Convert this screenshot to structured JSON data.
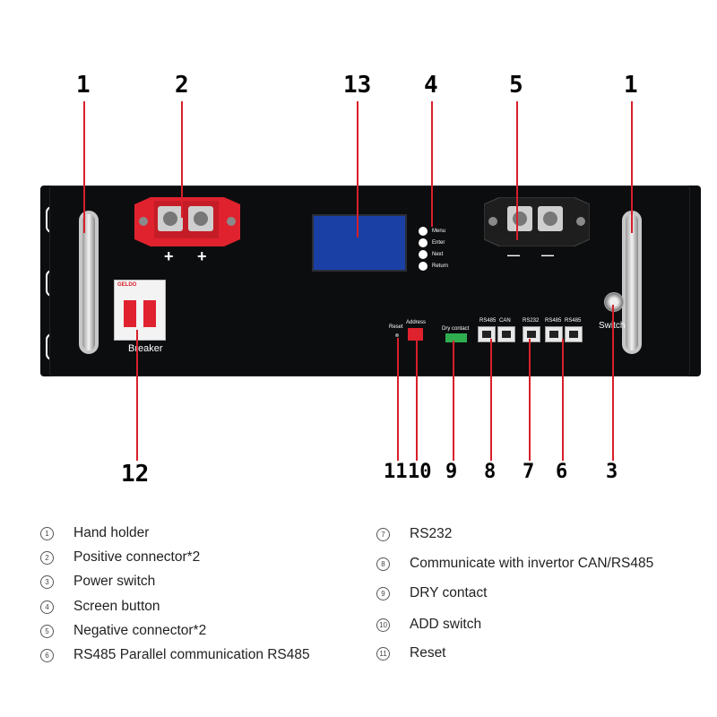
{
  "callouts": {
    "n1_left": "1",
    "n2": "2",
    "n13": "13",
    "n4": "4",
    "n5": "5",
    "n1_right": "1",
    "n12": "12",
    "n11": "11",
    "n10": "10",
    "n9": "9",
    "n8": "8",
    "n7": "7",
    "n6": "6",
    "n3": "3"
  },
  "panel": {
    "plus1": "+",
    "plus2": "+",
    "minus1": "—",
    "minus2": "—",
    "menu": "Menu",
    "enter": "Enter",
    "next": "Next",
    "return": "Return",
    "breaker": "Breaker",
    "breaker_brand": "GELDO",
    "switch": "Switch",
    "reset": "Reset",
    "address": "Address",
    "dry_contact": "Dry contact",
    "rs485_a": "RS485",
    "can": "CAN",
    "rs232": "RS232",
    "rs485_b": "RS485",
    "rs485_c": "RS485"
  },
  "legend_left": [
    {
      "idx": "1",
      "text": "Hand holder"
    },
    {
      "idx": "2",
      "text": "Positive connector*2"
    },
    {
      "idx": "3",
      "text": "Power switch"
    },
    {
      "idx": "4",
      "text": "Screen button"
    },
    {
      "idx": "5",
      "text": "Negative connector*2"
    },
    {
      "idx": "6",
      "text": "RS485 Parallel communication RS485"
    }
  ],
  "legend_right": [
    {
      "idx": "7",
      "text": "RS232"
    },
    {
      "idx": "8",
      "text": "Communicate with invertor CAN/RS485"
    },
    {
      "idx": "9",
      "text": "DRY contact"
    },
    {
      "idx": "10",
      "text": "ADD switch"
    },
    {
      "idx": "11",
      "text": "Reset"
    }
  ],
  "colors": {
    "panel": "#0c0d0f",
    "lead_lines": "#d81f2a",
    "lcd": "#1a3fa5",
    "positive_terminal": "#e0222e"
  }
}
